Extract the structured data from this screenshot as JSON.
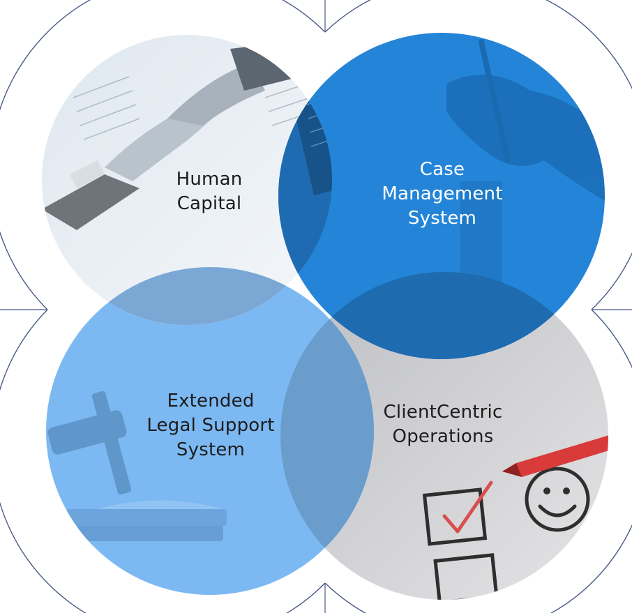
{
  "quadrants": [
    {
      "id": "human-capital",
      "lines": [
        "Human",
        "Capital"
      ],
      "fill": "#e8eef4",
      "text_color": "#1c1c1c",
      "icon": "handshake-icon"
    },
    {
      "id": "case-management",
      "lines": [
        "Case",
        "Management",
        "System"
      ],
      "fill": "#1f7fd3",
      "text_color": "#ffffff",
      "icon": "writing-hand-icon"
    },
    {
      "id": "extended-legal-support",
      "lines": [
        "Extended",
        "Legal Support",
        "System"
      ],
      "fill": "#7cb9f2",
      "text_color": "#1c1c1c",
      "icon": "gavel-icon"
    },
    {
      "id": "clientcentric-operations",
      "lines": [
        "ClientCentric",
        "Operations"
      ],
      "fill": "#cfcfd1",
      "text_color": "#1c1c1c",
      "icon": "checklist-smiley-icon"
    }
  ],
  "colors": {
    "outline": "#4a5a86",
    "overlap_top": "#6e9fd0",
    "overlap_center": "#1e6bb0"
  }
}
